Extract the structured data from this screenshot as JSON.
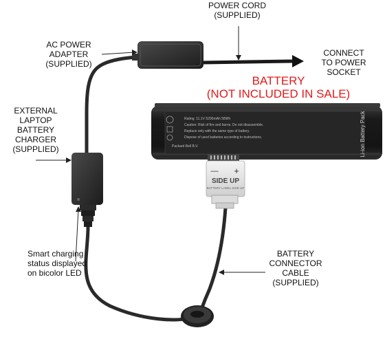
{
  "labels": {
    "power_cord": [
      "POWER CORD",
      "(SUPPLIED)"
    ],
    "ac_adapter": [
      "AC POWER",
      "ADAPTER",
      "(SUPPLIED)"
    ],
    "connect": [
      "CONNECT",
      "TO POWER",
      "SOCKET"
    ],
    "battery": [
      "BATTERY",
      "(NOT INCLUDED IN SALE)"
    ],
    "charger": [
      "EXTERNAL",
      "LAPTOP",
      "BATTERY",
      "CHARGER",
      "(SUPPLIED)"
    ],
    "smart_charging": [
      "Smart charging",
      "status displayed",
      "on bicolor LED"
    ],
    "connector_cable": [
      "BATTERY",
      "CONNECTOR",
      "CABLE",
      "(SUPPLIED)"
    ]
  },
  "battery_pack": {
    "title": "Li-ion Battery Pack",
    "label_lines": [
      "Rating: 11.1V  5200mAh  58Wh",
      "Caution: Risk of fire and burns. Do not disassemble.",
      "Replace only with the same type of battery.",
      "Dispose of used batteries according to instructions."
    ],
    "model": "Packard Bell  B.V."
  },
  "connector_block": {
    "minus": "—",
    "plus": "+",
    "side_up": "SIDE UP",
    "sub": "BATTERY LABEL SIDE UP"
  },
  "colors": {
    "cable": "#2a2a2a",
    "device": "#2b2b2b",
    "battery_body": "#1c1c1c",
    "label_red": "#e01b1b"
  }
}
